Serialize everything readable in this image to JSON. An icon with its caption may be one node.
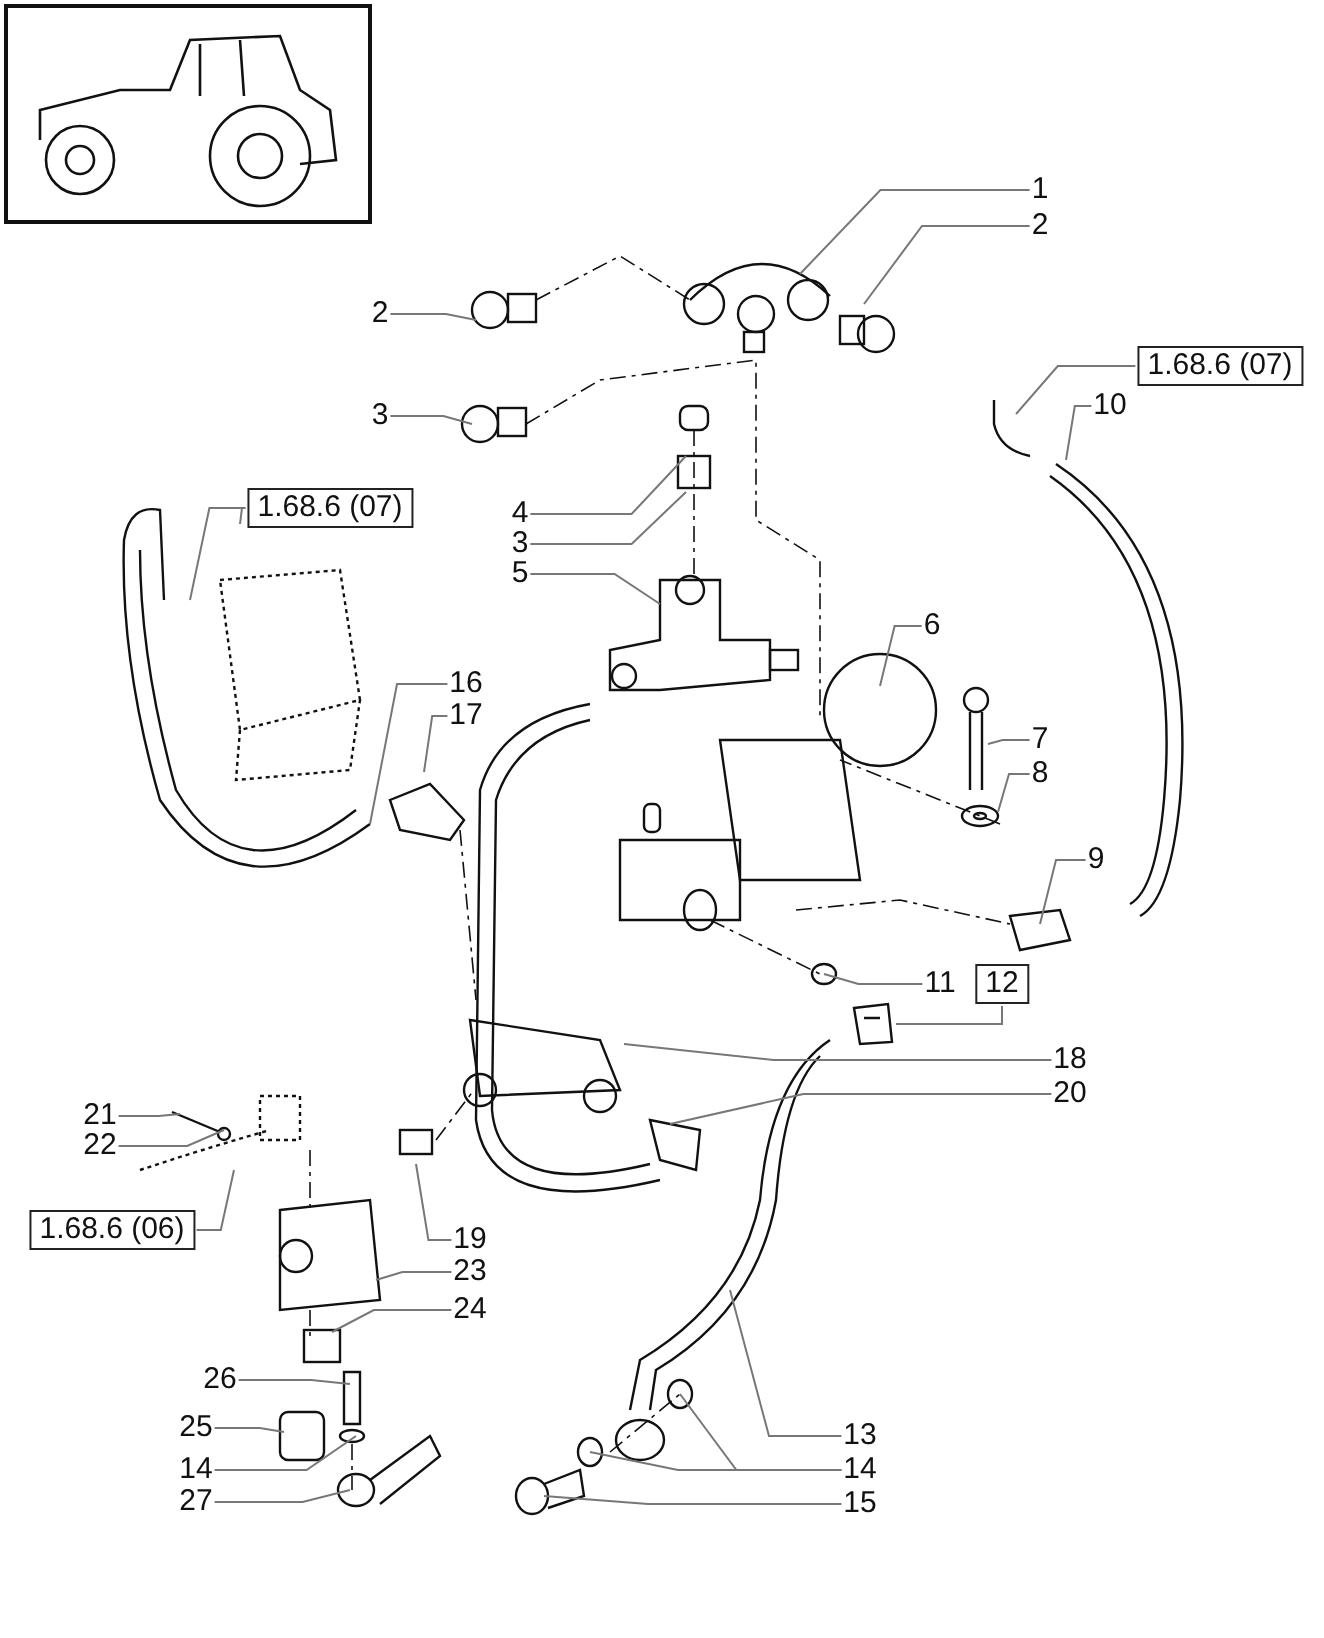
{
  "diagram": {
    "nodes": [
      {
        "text": [
          "1"
        ]
      },
      {
        "text": [
          "2"
        ]
      },
      {
        "text": [
          "2"
        ]
      },
      {
        "text": [
          "3"
        ]
      },
      {
        "text": [
          "4"
        ]
      },
      {
        "text": [
          "3"
        ]
      },
      {
        "text": [
          "5"
        ]
      },
      {
        "text": [
          "1.68.6 (07)"
        ]
      },
      {
        "text": [
          "1.68.6 (07)"
        ]
      },
      {
        "text": [
          "10"
        ]
      },
      {
        "text": [
          "6"
        ]
      },
      {
        "text": [
          "7"
        ]
      },
      {
        "text": [
          "8"
        ]
      },
      {
        "text": [
          "9"
        ]
      },
      {
        "text": [
          "16"
        ]
      },
      {
        "text": [
          "17"
        ]
      },
      {
        "text": [
          "11"
        ]
      },
      {
        "text": [
          "12"
        ]
      },
      {
        "text": [
          "18"
        ]
      },
      {
        "text": [
          "20"
        ]
      },
      {
        "text": [
          "21"
        ]
      },
      {
        "text": [
          "22"
        ]
      },
      {
        "text": [
          "1.68.6 (06)"
        ]
      },
      {
        "text": [
          "19"
        ]
      },
      {
        "text": [
          "23"
        ]
      },
      {
        "text": [
          "24"
        ]
      },
      {
        "text": [
          "26"
        ]
      },
      {
        "text": [
          "25"
        ]
      },
      {
        "text": [
          "14"
        ]
      },
      {
        "text": [
          "27"
        ]
      },
      {
        "text": [
          "13"
        ]
      },
      {
        "text": [
          "14"
        ]
      },
      {
        "text": [
          "15"
        ]
      },
      {
        "text": [],
        "shape": "picture"
      }
    ],
    "edges": [
      {
        "from": 0,
        "to": null,
        "arrow": "none"
      },
      {
        "from": 1,
        "to": null,
        "arrow": "none"
      },
      {
        "from": 2,
        "to": null,
        "arrow": "none"
      },
      {
        "from": 3,
        "to": null,
        "arrow": "none"
      },
      {
        "from": 4,
        "to": null,
        "arrow": "none"
      },
      {
        "from": 5,
        "to": null,
        "arrow": "none"
      },
      {
        "from": 6,
        "to": null,
        "arrow": "none"
      },
      {
        "from": 7,
        "to": null,
        "arrow": "none"
      },
      {
        "from": 7,
        "to": null,
        "arrow": "none"
      },
      {
        "from": 8,
        "to": null,
        "arrow": "none"
      },
      {
        "from": 9,
        "to": null,
        "arrow": "none"
      },
      {
        "from": 10,
        "to": null,
        "arrow": "none"
      },
      {
        "from": 11,
        "to": null,
        "arrow": "none"
      },
      {
        "from": 12,
        "to": null,
        "arrow": "none"
      },
      {
        "from": 13,
        "to": null,
        "arrow": "none"
      },
      {
        "from": 14,
        "to": null,
        "arrow": "none"
      },
      {
        "from": 15,
        "to": null,
        "arrow": "none"
      },
      {
        "from": 16,
        "to": null,
        "arrow": "none"
      },
      {
        "from": 17,
        "to": 33,
        "arrow": "none"
      },
      {
        "from": 18,
        "to": null,
        "arrow": "none"
      },
      {
        "from": 19,
        "to": null,
        "arrow": "none"
      },
      {
        "from": 20,
        "to": null,
        "arrow": "none"
      },
      {
        "from": 21,
        "to": null,
        "arrow": "none"
      },
      {
        "from": 22,
        "to": null,
        "arrow": "none"
      },
      {
        "from": 23,
        "to": null,
        "arrow": "none"
      },
      {
        "from": 24,
        "to": null,
        "arrow": "none"
      },
      {
        "from": 25,
        "to": null,
        "arrow": "none"
      },
      {
        "from": 26,
        "to": null,
        "arrow": "none"
      },
      {
        "from": 27,
        "to": null,
        "arrow": "none"
      },
      {
        "from": 28,
        "to": null,
        "arrow": "none"
      },
      {
        "from": 29,
        "to": null,
        "arrow": "none"
      },
      {
        "from": 30,
        "to": null,
        "arrow": "none"
      },
      {
        "from": 31,
        "to": null,
        "arrow": "none"
      },
      {
        "from": 31,
        "to": null,
        "arrow": "none"
      },
      {
        "from": 32,
        "to": null,
        "arrow": "none"
      }
    ]
  }
}
